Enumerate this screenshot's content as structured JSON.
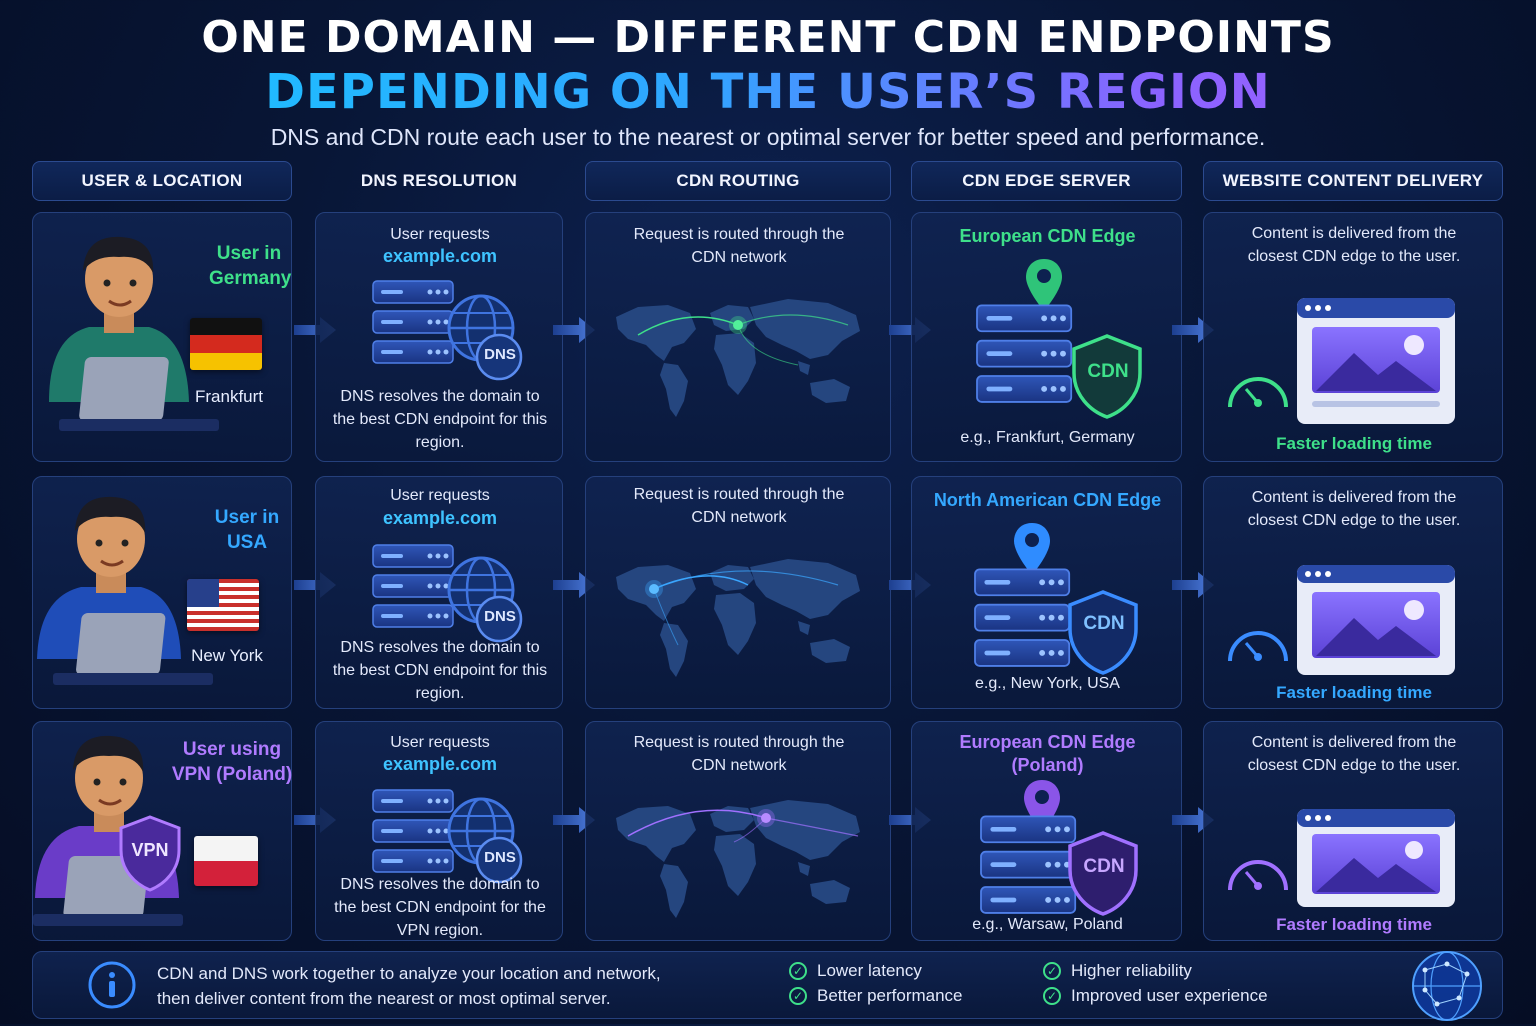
{
  "title": {
    "line1": "ONE DOMAIN — DIFFERENT CDN ENDPOINTS",
    "line2": "DEPENDING ON THE USER’S REGION",
    "subtitle": "DNS and CDN route each user to the nearest or optimal server for better speed and performance."
  },
  "columns": [
    "USER & LOCATION",
    "DNS RESOLUTION",
    "CDN ROUTING",
    "CDN EDGE SERVER",
    "WEBSITE CONTENT DELIVERY"
  ],
  "colors": {
    "germany": "#3ee08a",
    "usa": "#34a8ff",
    "vpn": "#b07bff",
    "domain": "#3ec3ff"
  },
  "rows": [
    {
      "user_label": "User in Germany",
      "city": "Frankfurt",
      "flag": "germany-flag",
      "dns": {
        "requests": "User requests",
        "domain": "example.com",
        "badge": "DNS",
        "resolves": "DNS resolves the domain to the best CDN endpoint for this region."
      },
      "routing": "Request is routed through the CDN network",
      "edge": {
        "title": "European CDN Edge",
        "badge": "CDN",
        "example": "e.g., Frankfurt, Germany"
      },
      "delivery": {
        "text": "Content is delivered from the closest CDN edge to the user.",
        "fast": "Faster loading time"
      }
    },
    {
      "user_label": "User in USA",
      "city": "New York",
      "flag": "usa-flag",
      "dns": {
        "requests": "User requests",
        "domain": "example.com",
        "badge": "DNS",
        "resolves": "DNS resolves the domain to the best CDN endpoint for this region."
      },
      "routing": "Request is routed through the CDN network",
      "edge": {
        "title": "North American CDN Edge",
        "badge": "CDN",
        "example": "e.g., New York, USA"
      },
      "delivery": {
        "text": "Content is delivered from the closest CDN edge to the user.",
        "fast": "Faster loading time"
      }
    },
    {
      "user_label": "User using VPN (Poland)",
      "city": "",
      "flag": "poland-flag",
      "vpn_badge": "VPN",
      "dns": {
        "requests": "User requests",
        "domain": "example.com",
        "badge": "DNS",
        "resolves": "DNS resolves the domain to the best CDN endpoint for the VPN region."
      },
      "routing": "Request is routed through the CDN network",
      "edge": {
        "title": "European CDN Edge (Poland)",
        "badge": "CDN",
        "example": "e.g., Warsaw, Poland"
      },
      "delivery": {
        "text": "Content is delivered from the closest CDN edge to the user.",
        "fast": "Faster loading time"
      }
    }
  ],
  "footer": {
    "text_line1": "CDN and DNS work together to analyze your location and network,",
    "text_line2": "then deliver content from the nearest or most optimal server.",
    "benefits": [
      "Lower latency",
      "Better performance",
      "Higher reliability",
      "Improved user experience"
    ]
  }
}
